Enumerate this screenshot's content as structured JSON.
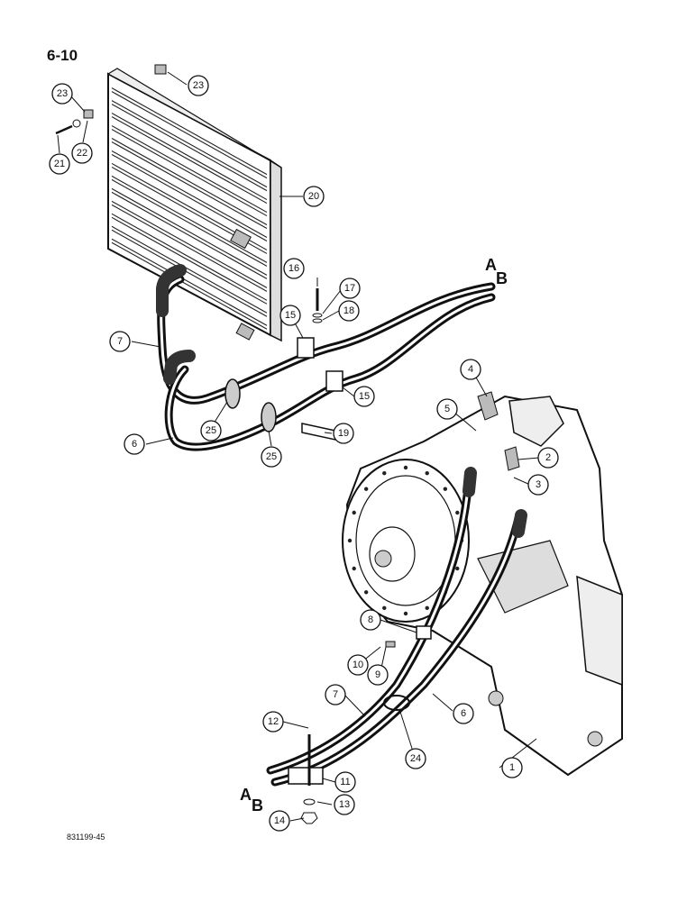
{
  "page": {
    "number": "6-10",
    "drawing_code": "831199-45"
  },
  "line_end_labels": {
    "upper": {
      "a": "A",
      "b": "B"
    },
    "lower": {
      "a": "A",
      "b": "B"
    }
  },
  "callouts": [
    {
      "id": "c1",
      "label": "1"
    },
    {
      "id": "c2",
      "label": "2"
    },
    {
      "id": "c3",
      "label": "3"
    },
    {
      "id": "c4",
      "label": "4"
    },
    {
      "id": "c5",
      "label": "5"
    },
    {
      "id": "c6a",
      "label": "6"
    },
    {
      "id": "c6b",
      "label": "6"
    },
    {
      "id": "c7a",
      "label": "7"
    },
    {
      "id": "c7b",
      "label": "7"
    },
    {
      "id": "c8",
      "label": "8"
    },
    {
      "id": "c9",
      "label": "9"
    },
    {
      "id": "c10",
      "label": "10"
    },
    {
      "id": "c11",
      "label": "11"
    },
    {
      "id": "c12",
      "label": "12"
    },
    {
      "id": "c13",
      "label": "13"
    },
    {
      "id": "c14",
      "label": "14"
    },
    {
      "id": "c15a",
      "label": "15"
    },
    {
      "id": "c15b",
      "label": "15"
    },
    {
      "id": "c16",
      "label": "16"
    },
    {
      "id": "c17",
      "label": "17"
    },
    {
      "id": "c18",
      "label": "18"
    },
    {
      "id": "c19",
      "label": "19"
    },
    {
      "id": "c20",
      "label": "20"
    },
    {
      "id": "c21",
      "label": "21"
    },
    {
      "id": "c22",
      "label": "22"
    },
    {
      "id": "c23a",
      "label": "23"
    },
    {
      "id": "c23b",
      "label": "23"
    },
    {
      "id": "c24",
      "label": "24"
    },
    {
      "id": "c25a",
      "label": "25"
    },
    {
      "id": "c25b",
      "label": "25"
    }
  ]
}
